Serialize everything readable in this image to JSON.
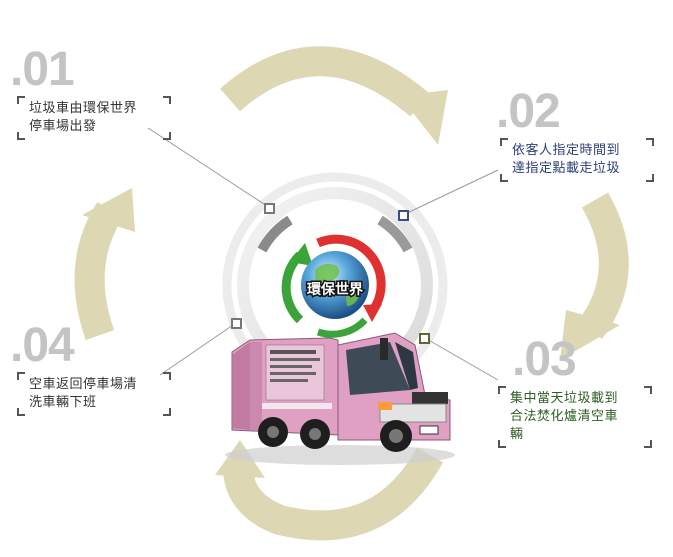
{
  "colors": {
    "arrow": "#ddd7b4",
    "step1_text": "#333333",
    "step2_text": "#2c3e7a",
    "step3_text": "#2e5f22",
    "step4_text": "#333333",
    "logo_green": "#3aa33a",
    "logo_red": "#e03131",
    "truck_pink": "#dfa0c4"
  },
  "steps": [
    {
      "number": ".01",
      "lines": [
        "垃圾車由環保世界",
        "停車場出發"
      ]
    },
    {
      "number": ".02",
      "lines": [
        "依客人指定時間到",
        "達指定點載走垃圾"
      ]
    },
    {
      "number": ".03",
      "lines": [
        "集中當天垃圾載到",
        "合法焚化爐清空車",
        "輛"
      ]
    },
    {
      "number": ".04",
      "lines": [
        "空車返回停車場清",
        "洗車輛下班"
      ]
    }
  ],
  "logo": {
    "text": "環保世界"
  }
}
